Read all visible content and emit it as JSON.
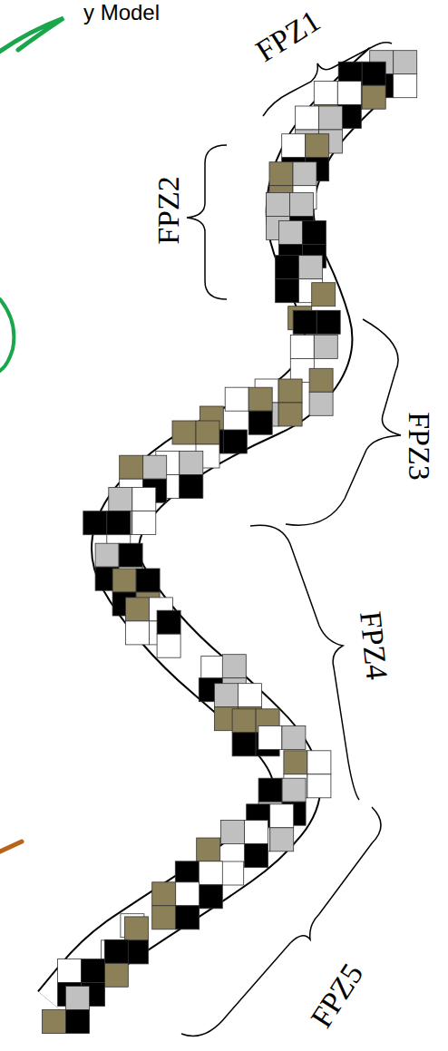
{
  "diagram": {
    "title": "y Model",
    "labels": [
      "FPZ1",
      "FPZ2",
      "FPZ3",
      "FPZ4",
      "FPZ5"
    ]
  }
}
